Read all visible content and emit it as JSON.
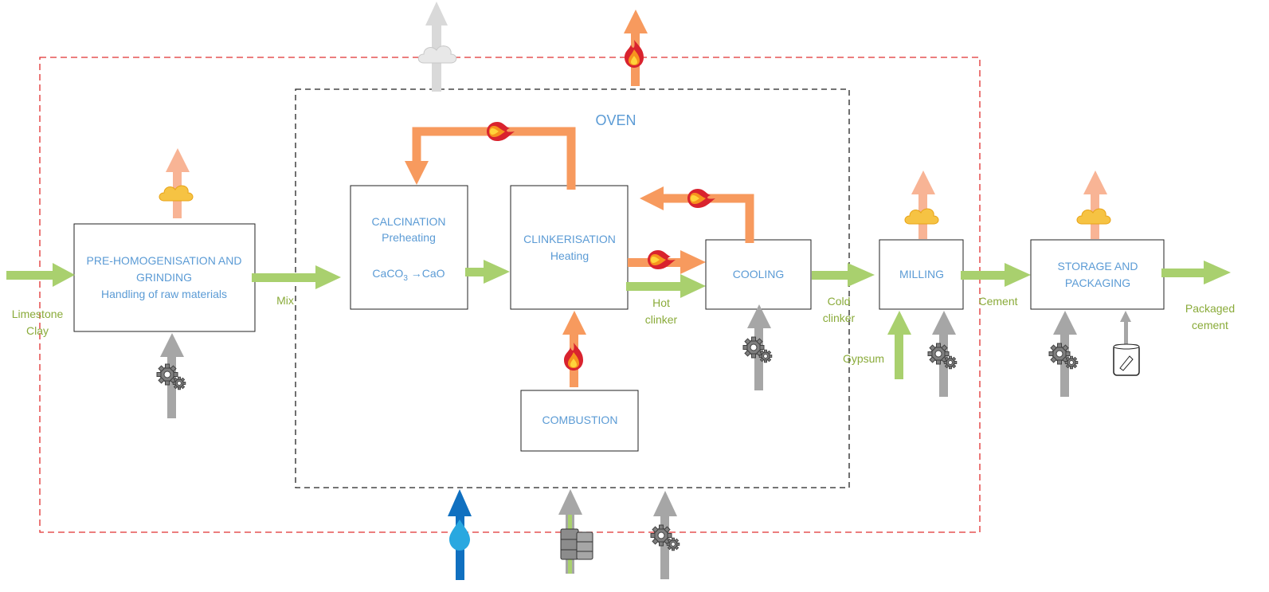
{
  "colors": {
    "material_flow": "#a9d06e",
    "heat_flow": "#f79a5e",
    "heat_flow_light": "#f8b495",
    "energy_flow": "#a6a6a6",
    "water_flow": "#1070c0",
    "emission_flow": "#d9d9d9",
    "system_boundary": "#e03030",
    "oven_boundary": "#222222",
    "box_text": "#5b9bd5",
    "flow_text": "#8aab3a"
  },
  "oven": {
    "title": "OVEN"
  },
  "boxes": {
    "pre_homogenisation": {
      "line1": "PRE-HOMOGENISATION AND",
      "line2": "GRINDING",
      "line3": "Handling of raw materials"
    },
    "calcination": {
      "line1": "CALCINATION",
      "line2": "Preheating",
      "formula_base": "CaCO",
      "formula_sub": "3",
      "formula_rest": " →CaO"
    },
    "clinkerisation": {
      "line1": "CLINKERISATION",
      "line2": "Heating"
    },
    "cooling": {
      "line1": "COOLING"
    },
    "combustion": {
      "line1": "COMBUSTION"
    },
    "milling": {
      "line1": "MILLING"
    },
    "storage": {
      "line1": "STORAGE AND",
      "line2": "PACKAGING"
    }
  },
  "flows": {
    "limestone": "Limestone",
    "clay": "Clay",
    "mix": "Mix",
    "hot": "Hot",
    "clinker_hot": "clinker",
    "cold": "Cold",
    "clinker_cold": "clinker",
    "gypsum": "Gypsum",
    "cement": "Cement",
    "packaged": "Packaged",
    "cement_packaged": "cement"
  },
  "icons": [
    "gear-icon",
    "flame-icon",
    "cloud-icon",
    "water-drop-icon",
    "fuel-barrel-icon",
    "cement-bag-icon"
  ]
}
